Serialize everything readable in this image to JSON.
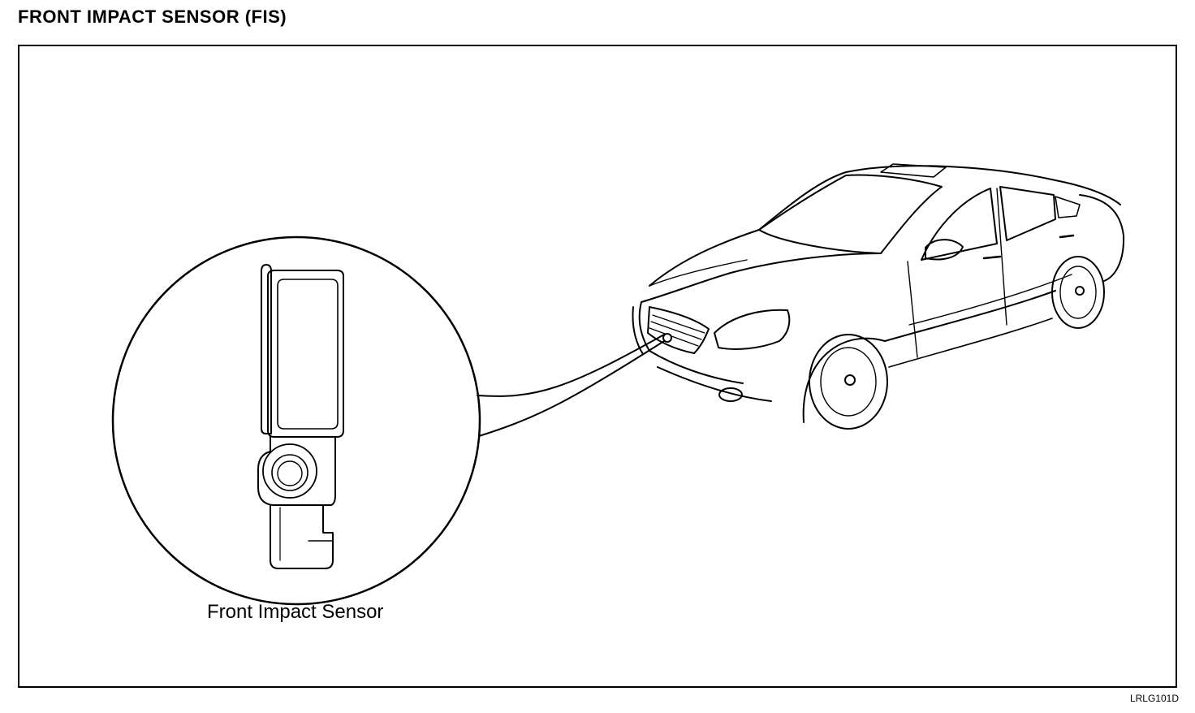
{
  "header": {
    "title": "FRONT IMPACT SENSOR (FIS)"
  },
  "diagram": {
    "callout_label": "Front Impact Sensor",
    "figure_code": "LRLG101D"
  },
  "icons": {
    "sensor": "front-impact-sensor-drawing",
    "vehicle": "sedan-car-drawing"
  },
  "colors": {
    "line": "#000000",
    "background": "#ffffff"
  }
}
